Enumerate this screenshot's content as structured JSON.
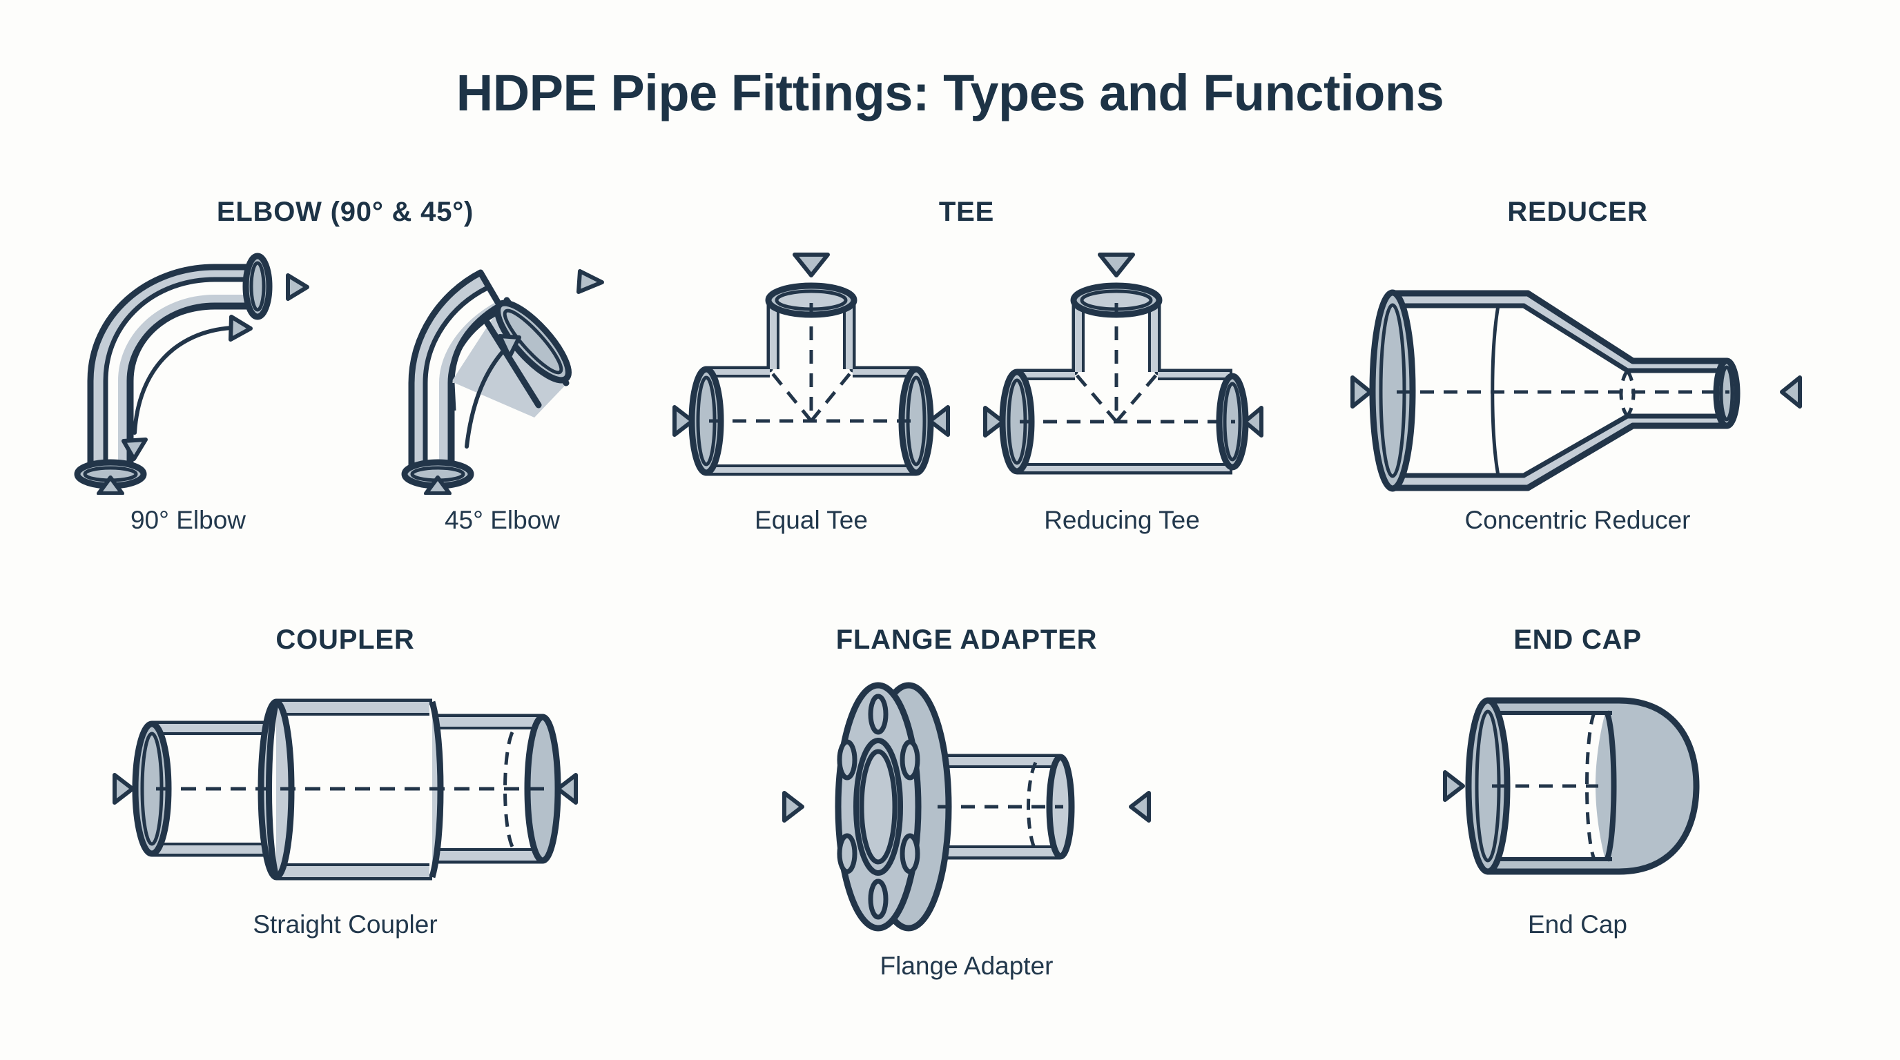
{
  "document": {
    "title": "HDPE Pipe Fittings: Types and Functions",
    "background_color": "#fdfdfb",
    "ink_color": "#1d3346",
    "metal_fill": "#b4c0ca",
    "wall_fill": "#c4cdd6"
  },
  "sections": [
    {
      "heading": "ELBOW (90° & 45°)",
      "items": [
        {
          "caption": "90° Elbow"
        },
        {
          "caption": "45° Elbow"
        }
      ]
    },
    {
      "heading": "TEE",
      "items": [
        {
          "caption": "Equal Tee"
        },
        {
          "caption": "Reducing Tee"
        }
      ]
    },
    {
      "heading": "REDUCER",
      "items": [
        {
          "caption": "Concentric Reducer"
        }
      ]
    },
    {
      "heading": "COUPLER",
      "items": [
        {
          "caption": "Straight Coupler"
        }
      ]
    },
    {
      "heading": "FLANGE ADAPTER",
      "items": [
        {
          "caption": "Flange Adapter"
        }
      ]
    },
    {
      "heading": "END CAP",
      "items": [
        {
          "caption": "End Cap"
        }
      ]
    }
  ],
  "icons": {
    "flow_arrow": "curved-flow-arrow",
    "direction_marker_right": "triangle-right-marker",
    "direction_marker_left": "triangle-left-marker",
    "direction_marker_up": "triangle-up-marker",
    "direction_marker_down": "triangle-down-marker",
    "centerline": "dashed-centerline"
  }
}
